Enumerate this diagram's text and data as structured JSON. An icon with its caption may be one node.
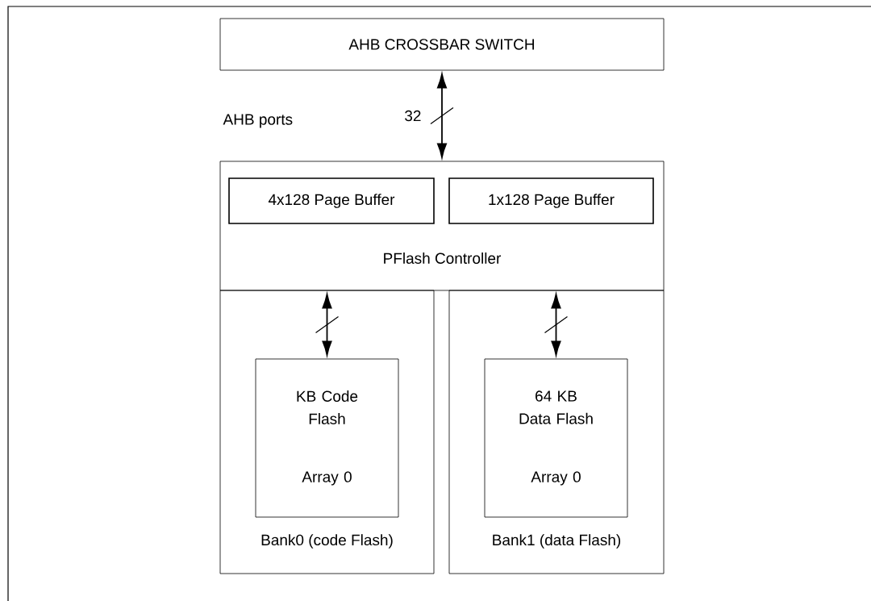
{
  "diagram": {
    "nodes": [
      {
        "text": [
          "AHB CROSSBAR SWITCH"
        ]
      },
      {
        "text": [
          "PFlash Controller"
        ]
      },
      {
        "text": [
          "4x128 Page Buffer"
        ],
        "in": 1
      },
      {
        "text": [
          "1x128 Page Buffer"
        ],
        "in": 1
      },
      {
        "text": [
          "Bank0 (code Flash)"
        ]
      },
      {
        "text": [
          "KB Code Flash",
          "Array 0"
        ],
        "in": 4
      },
      {
        "text": [
          "Bank1 (data Flash)"
        ]
      },
      {
        "text": [
          "64 KB Data Flash",
          "Array 0"
        ],
        "in": 6
      }
    ],
    "edges": [
      {
        "from": 0,
        "to": 1,
        "arrow": "both",
        "label": "32"
      },
      {
        "from": 1,
        "to": 5,
        "arrow": "both"
      },
      {
        "from": 1,
        "to": 7,
        "arrow": "both"
      }
    ],
    "labels": [
      "AHB ports"
    ]
  }
}
